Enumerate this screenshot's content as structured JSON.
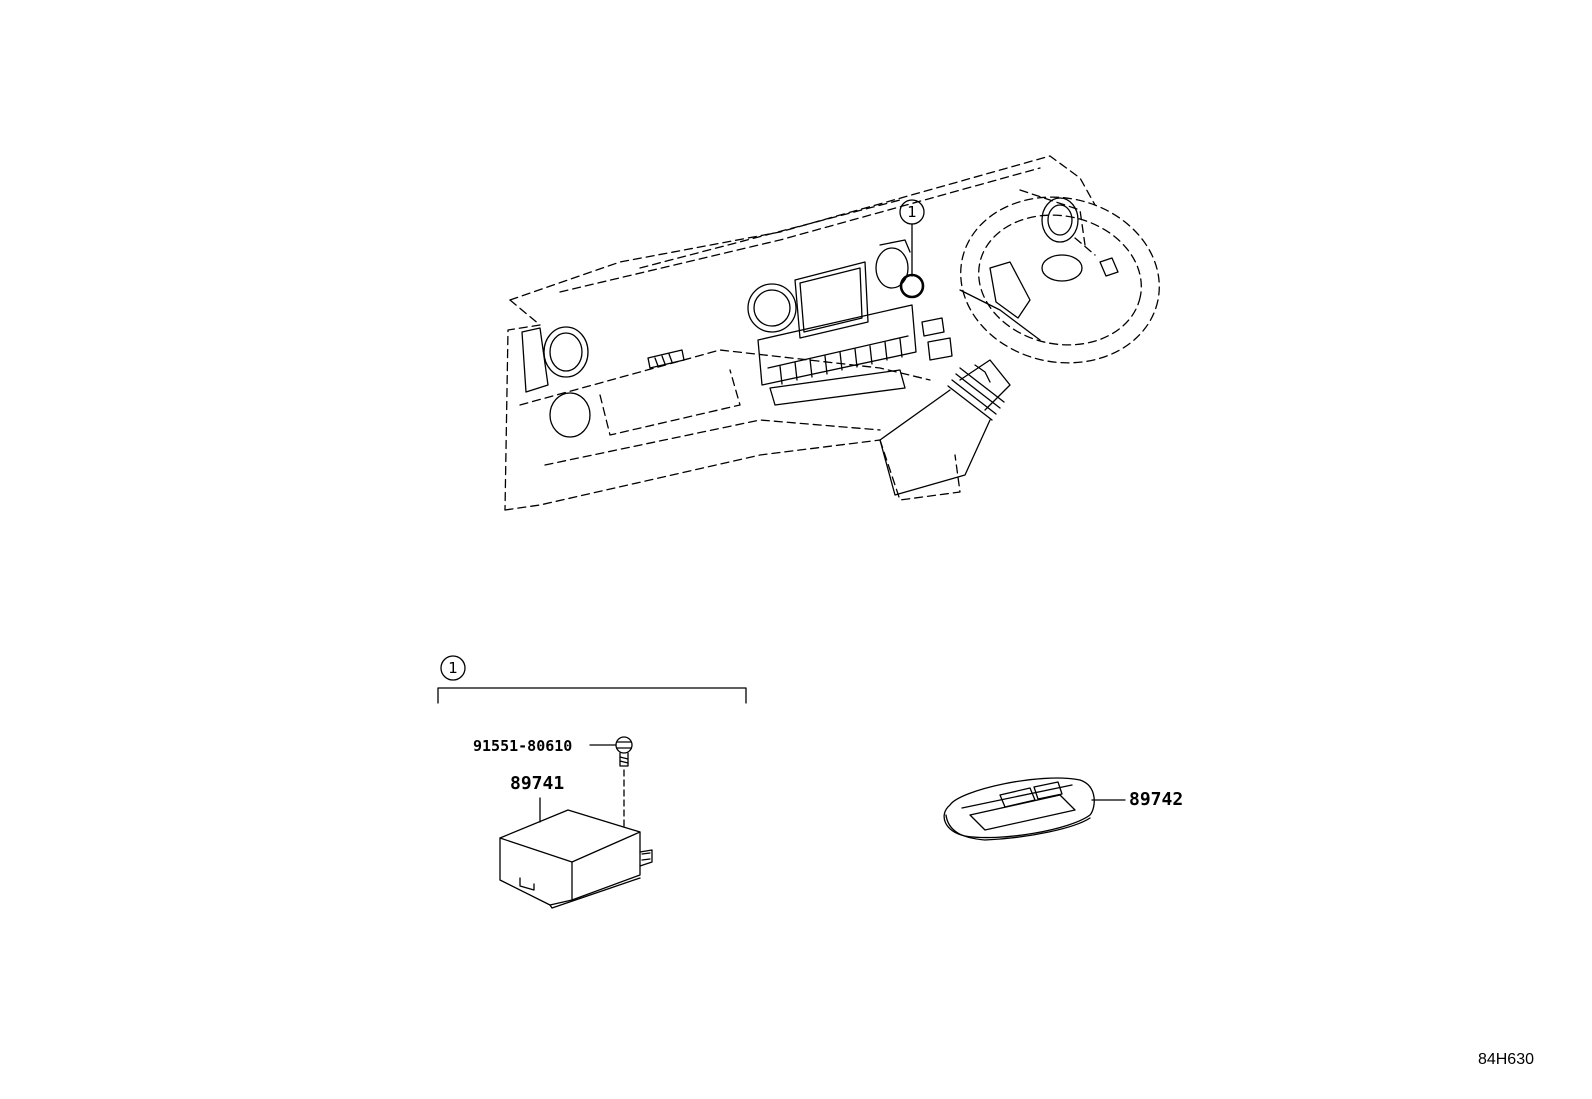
{
  "callout": {
    "main_number": "1",
    "group_number": "1"
  },
  "parts": {
    "bolt": "91551-80610",
    "receiver": "89741",
    "key_fob": "89742"
  },
  "illustration_id": "84H630"
}
